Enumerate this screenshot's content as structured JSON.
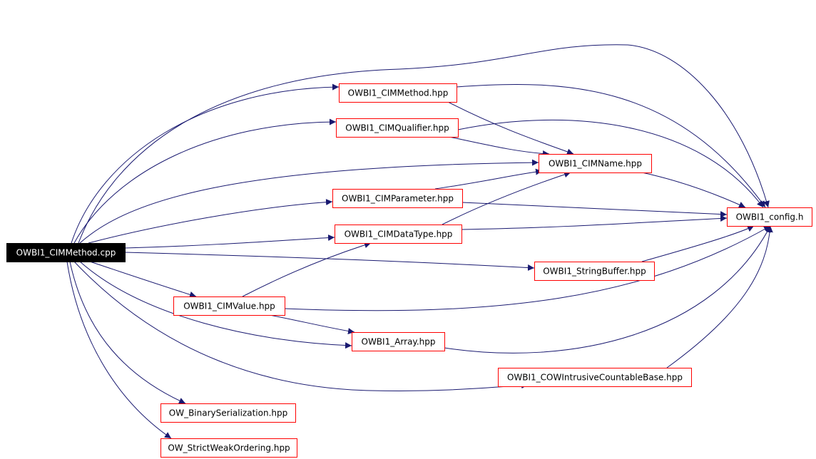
{
  "colors": {
    "edge": "#191970",
    "node_border": "#ff0000",
    "root_fill": "#000000",
    "root_text": "#ffffff",
    "background": "#ffffff"
  },
  "nodes": [
    {
      "id": "root",
      "label": "OWBI1_CIMMethod.cpp",
      "root": true
    },
    {
      "id": "cimmethod_hpp",
      "label": "OWBI1_CIMMethod.hpp"
    },
    {
      "id": "cimqualifier",
      "label": "OWBI1_CIMQualifier.hpp"
    },
    {
      "id": "cimname",
      "label": "OWBI1_CIMName.hpp"
    },
    {
      "id": "cimparameter",
      "label": "OWBI1_CIMParameter.hpp"
    },
    {
      "id": "config",
      "label": "OWBI1_config.h"
    },
    {
      "id": "cimdatatype",
      "label": "OWBI1_CIMDataType.hpp"
    },
    {
      "id": "stringbuffer",
      "label": "OWBI1_StringBuffer.hpp"
    },
    {
      "id": "cimvalue",
      "label": "OWBI1_CIMValue.hpp"
    },
    {
      "id": "array",
      "label": "OWBI1_Array.hpp"
    },
    {
      "id": "cow",
      "label": "OWBI1_COWIntrusiveCountableBase.hpp"
    },
    {
      "id": "binser",
      "label": "OW_BinarySerialization.hpp"
    },
    {
      "id": "swo",
      "label": "OW_StrictWeakOrdering.hpp"
    }
  ],
  "edges": [
    {
      "from": "root",
      "to": "config"
    },
    {
      "from": "root",
      "to": "cimmethod_hpp"
    },
    {
      "from": "root",
      "to": "cimqualifier"
    },
    {
      "from": "root",
      "to": "cimname"
    },
    {
      "from": "root",
      "to": "cimparameter"
    },
    {
      "from": "root",
      "to": "cimdatatype"
    },
    {
      "from": "root",
      "to": "stringbuffer"
    },
    {
      "from": "root",
      "to": "cimvalue"
    },
    {
      "from": "root",
      "to": "array"
    },
    {
      "from": "root",
      "to": "cow"
    },
    {
      "from": "root",
      "to": "binser"
    },
    {
      "from": "root",
      "to": "swo"
    },
    {
      "from": "cimmethod_hpp",
      "to": "config"
    },
    {
      "from": "cimmethod_hpp",
      "to": "cimname"
    },
    {
      "from": "cimqualifier",
      "to": "config"
    },
    {
      "from": "cimqualifier",
      "to": "cimname"
    },
    {
      "from": "cimname",
      "to": "config"
    },
    {
      "from": "cimparameter",
      "to": "cimname"
    },
    {
      "from": "cimparameter",
      "to": "config"
    },
    {
      "from": "cimdatatype",
      "to": "cimname"
    },
    {
      "from": "cimdatatype",
      "to": "config"
    },
    {
      "from": "stringbuffer",
      "to": "config"
    },
    {
      "from": "cimvalue",
      "to": "cimdatatype"
    },
    {
      "from": "cimvalue",
      "to": "array"
    },
    {
      "from": "cimvalue",
      "to": "config"
    },
    {
      "from": "array",
      "to": "config"
    },
    {
      "from": "cow",
      "to": "config"
    }
  ]
}
